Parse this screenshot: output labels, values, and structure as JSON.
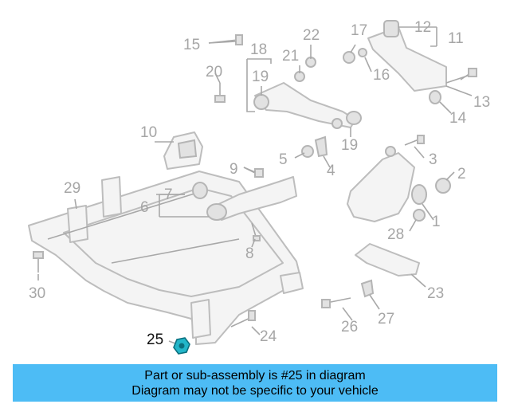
{
  "banner": {
    "line1": "Part or sub-assembly is #25 in diagram",
    "line2": "Diagram may not be specific to your vehicle"
  },
  "diagram": {
    "highlighted_callout": "25",
    "highlight_color": "#22b6c9",
    "banner_color": "#4dbcf5",
    "callouts": {
      "c1": "1",
      "c2": "2",
      "c3": "3",
      "c4": "4",
      "c5": "5",
      "c6": "6",
      "c7": "7",
      "c8": "8",
      "c9": "9",
      "c10": "10",
      "c11": "11",
      "c12": "12",
      "c13": "13",
      "c14": "14",
      "c15": "15",
      "c16": "16",
      "c17": "17",
      "c18": "18",
      "c19a": "19",
      "c19b": "19",
      "c20": "20",
      "c21": "21",
      "c22": "22",
      "c23": "23",
      "c24": "24",
      "c25": "25",
      "c26": "26",
      "c27": "27",
      "c28": "28",
      "c29": "29",
      "c30": "30"
    }
  }
}
